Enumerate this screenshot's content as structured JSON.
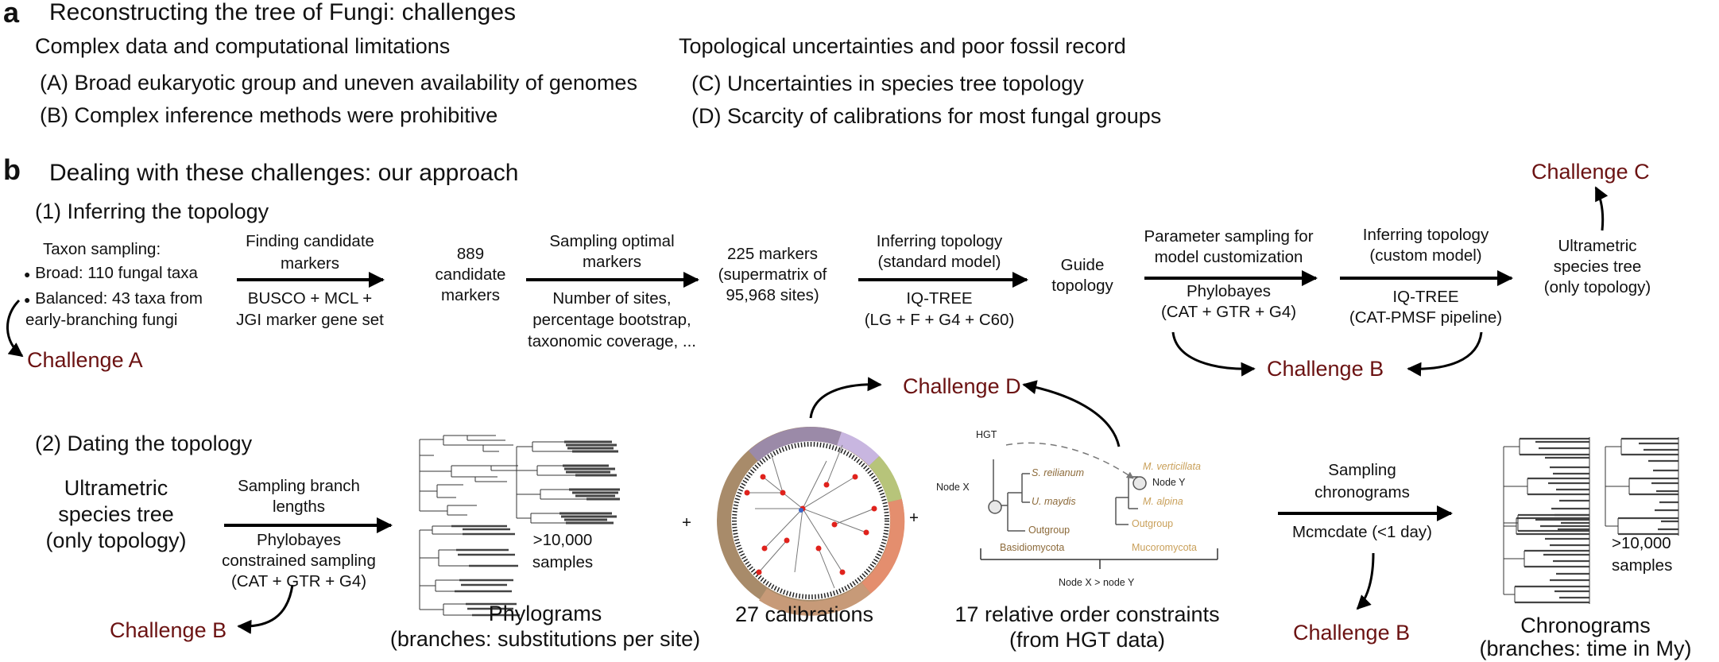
{
  "panel_a": {
    "label": "a",
    "title": "Reconstructing the tree of Fungi: challenges",
    "col1_heading": "Complex data and computational limitations",
    "col1_items": [
      "(A) Broad eukaryotic group and uneven availability of genomes",
      "(B) Complex inference methods were prohibitive"
    ],
    "col2_heading": "Topological uncertainties and poor fossil record",
    "col2_items": [
      "(C) Uncertainties in species tree topology",
      "(D) Scarcity of calibrations for most fungal groups"
    ]
  },
  "panel_b": {
    "label": "b",
    "title": "Dealing with these challenges: our approach",
    "step1_heading": "(1) Inferring the topology",
    "step2_heading": "(2) Dating the topology",
    "taxon": {
      "title": "Taxon sampling:",
      "broad": "Broad: 110 fungal taxa",
      "balanced_1": "Balanced: 43 taxa from",
      "balanced_2": "early-branching fungi",
      "bullet": "●"
    },
    "finding": {
      "above_1": "Finding candidate",
      "above_2": "markers",
      "below_1": "BUSCO + MCL +",
      "below_2": "JGI marker gene set"
    },
    "candidates": {
      "l1": "889",
      "l2": "candidate",
      "l3": "markers"
    },
    "sampling_opt": {
      "above_1": "Sampling optimal",
      "above_2": "markers",
      "below_1": "Number of sites,",
      "below_2": "percentage bootstrap,",
      "below_3": "taxonomic coverage, ..."
    },
    "markers225": {
      "l1": "225 markers",
      "l2": "(supermatrix of",
      "l3": "95,968 sites)"
    },
    "infer_std": {
      "above_1": "Inferring topology",
      "above_2": "(standard model)",
      "below_1": "IQ-TREE",
      "below_2": "(LG + F + G4 + C60)"
    },
    "guide": {
      "l1": "Guide",
      "l2": "topology"
    },
    "param": {
      "above_1": "Parameter sampling for",
      "above_2": "model customization",
      "below_1": "Phylobayes",
      "below_2": "(CAT + GTR + G4)"
    },
    "infer_custom": {
      "above_1": "Inferring topology",
      "above_2": "(custom model)",
      "below_1": "IQ-TREE",
      "below_2": "(CAT-PMSF pipeline)"
    },
    "ultra_top": {
      "l1": "Ultrametric",
      "l2": "species tree",
      "l3": "(only topology)"
    },
    "challenge_a": "Challenge A",
    "challenge_b": "Challenge B",
    "challenge_c": "Challenge C",
    "challenge_d": "Challenge D",
    "ultra_left": {
      "l1": "Ultrametric",
      "l2": "species tree",
      "l3": "(only topology)"
    },
    "sampling_branch": {
      "above_1": "Sampling branch",
      "above_2": "lengths",
      "below_1": "Phylobayes",
      "below_2": "constrained sampling",
      "below_3": "(CAT + GTR + G4)"
    },
    "samples_1": {
      "l1": ">10,000",
      "l2": "samples"
    },
    "phylograms": {
      "l1": "Phylograms",
      "l2": "(branches: substitutions per site)"
    },
    "plus": "+",
    "calibrations": "27 calibrations",
    "hgt": {
      "hgt": "HGT",
      "node_x": "Node X",
      "node_y": "Node Y",
      "s_reil": "S. reilianum",
      "u_may": "U. maydis",
      "outgroup": "Outgroup",
      "m_vert": "M. verticillata",
      "m_alp": "M. alpina",
      "basidio": "Basidiomycota",
      "mucoro": "Mucoromycota",
      "relation": "Node X > node Y"
    },
    "relative": {
      "l1": "17 relative order constraints",
      "l2": "(from HGT data)"
    },
    "chrono_sampling": {
      "above_1": "Sampling",
      "above_2": "chronograms",
      "below_1": "Mcmcdate (<1 day)"
    },
    "samples_2": {
      "l1": ">10,000",
      "l2": "samples"
    },
    "chronograms": {
      "l1": "Chronograms",
      "l2": "(branches: time in My)"
    }
  },
  "colors": {
    "challenge": "#6b1212",
    "tan": "#8c6a3a",
    "light_tan": "#c9a05a",
    "calibration_dot": "#e0221c"
  }
}
